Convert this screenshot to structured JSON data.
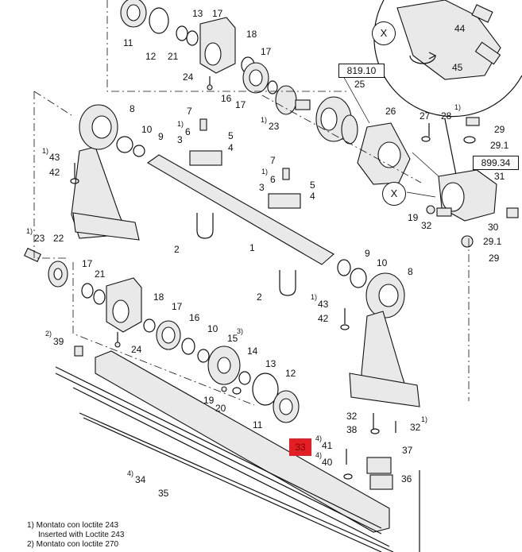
{
  "labels": {
    "l11a": "11",
    "l12a": "12",
    "l21a": "21",
    "l13a": "13",
    "l17a": "17",
    "l18a": "18",
    "l17b": "17",
    "l24a": "24",
    "l16a": "16",
    "l17c": "17",
    "l25": "25",
    "l26": "26",
    "l27": "27",
    "l28": "28",
    "l29a": "29",
    "l29_1a": "29.1",
    "l31": "31",
    "l30": "30",
    "l29_1b": "29.1",
    "l29b": "29",
    "l19a": "19",
    "l32a": "32",
    "l44": "44",
    "l45": "45",
    "l8a": "8",
    "l10a": "10",
    "l9a": "9",
    "l43a": "43",
    "l42a": "42",
    "l7a": "7",
    "l6a": "6",
    "l5a": "5",
    "l3a": "3",
    "l4a": "4",
    "l7b": "7",
    "l6b": "6",
    "l5b": "5",
    "l3b": "3",
    "l4b": "4",
    "l23a": "23",
    "l23b": "23",
    "l22": "22",
    "l2a": "2",
    "l1": "1",
    "l9b": "9",
    "l10b": "10",
    "l8b": "8",
    "l2b": "2",
    "l17d": "17",
    "l21b": "21",
    "l18b": "18",
    "l17e": "17",
    "l16b": "16",
    "l10c": "10",
    "l15": "15",
    "l14": "14",
    "l13b": "13",
    "l12b": "12",
    "l24b": "24",
    "l19b": "19",
    "l20": "20",
    "l11b": "11",
    "l39": "39",
    "l43b": "43",
    "l42b": "42",
    "l32b": "32",
    "l32c": "32",
    "l38": "38",
    "l41": "41",
    "l40": "40",
    "l37": "37",
    "l36": "36",
    "l34": "34",
    "l35": "35"
  },
  "superscripts": {
    "s1a": "1)",
    "s1b": "1)",
    "s1c": "1)",
    "s1d": "1)",
    "s1e": "1)",
    "s1f": "1)",
    "s1g": "1)",
    "s1h": "1)",
    "s3": "3)",
    "s2": "2)",
    "s4a": "4)",
    "s4b": "4)",
    "s4c": "4)"
  },
  "refs": {
    "r819": "819.10",
    "r899": "899.34"
  },
  "highlight": {
    "h33": "33"
  },
  "detail_marks": {
    "xa": "X",
    "xb": "X"
  },
  "notes": {
    "n1": "1) Montato con loctite 243",
    "n1b": "    Inserted with Loctite 243",
    "n2": "2) Montato con loctite 270"
  }
}
